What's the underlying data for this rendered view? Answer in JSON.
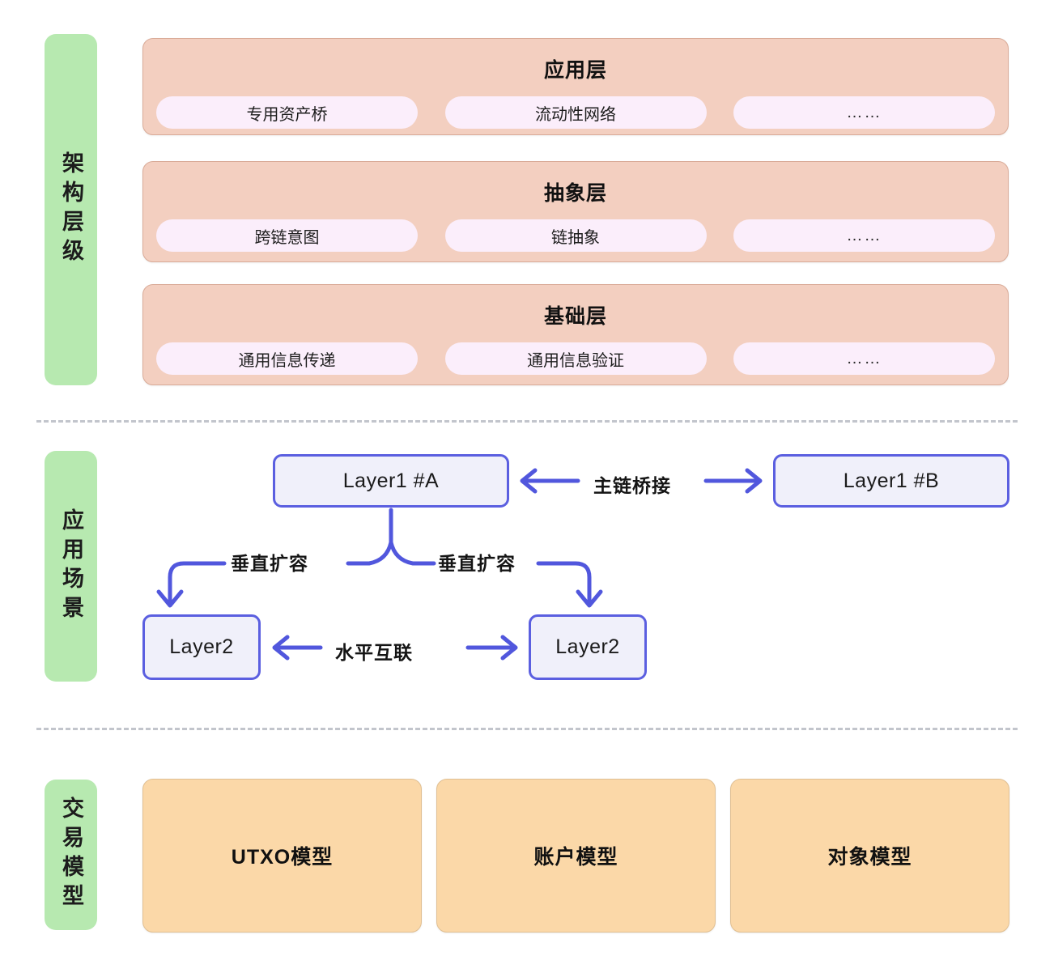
{
  "sections": [
    {
      "label": "架构层级",
      "kind": "architecture"
    },
    {
      "label": "应用场景",
      "kind": "scenario"
    },
    {
      "label": "交易模型",
      "kind": "transaction"
    }
  ],
  "architecture": {
    "layers": [
      {
        "title": "应用层",
        "items": [
          "专用资产桥",
          "流动性网络",
          "……"
        ]
      },
      {
        "title": "抽象层",
        "items": [
          "跨链意图",
          "链抽象",
          "……"
        ]
      },
      {
        "title": "基础层",
        "items": [
          "通用信息传递",
          "通用信息验证",
          "……"
        ]
      }
    ]
  },
  "scenario": {
    "nodes": {
      "layer1_a": "Layer1 #A",
      "layer1_b": "Layer1 #B",
      "layer2_left": "Layer2",
      "layer2_right": "Layer2"
    },
    "edges": {
      "mainchain_bridge": "主链桥接",
      "vertical_scaling_left": "垂直扩容",
      "vertical_scaling_right": "垂直扩容",
      "horizontal_interconnect": "水平互联"
    }
  },
  "transaction": {
    "models": [
      "UTXO模型",
      "账户模型",
      "对象模型"
    ]
  },
  "colors": {
    "section_label_bg": "#b7e9b0",
    "arch_block_bg": "#f3cfc0",
    "arch_block_border": "#d9ab98",
    "pill_bg": "#fbeefb",
    "node_border": "#5b5fe0",
    "node_bg": "#f0f0fa",
    "arrow": "#5157dd",
    "model_bg": "#fbd8a8",
    "divider": "#c2c5cc",
    "page_bg": "#ffffff"
  }
}
